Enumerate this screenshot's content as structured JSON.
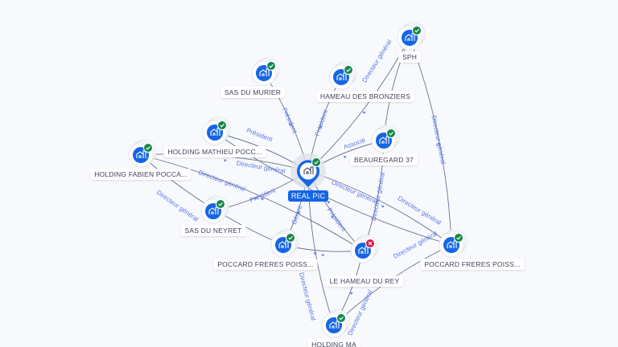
{
  "graph": {
    "center": {
      "id": "realpic",
      "label": "REAL PIC",
      "status": "active"
    },
    "nodes": [
      {
        "id": "sph",
        "label": "SPH",
        "status": "active"
      },
      {
        "id": "murier",
        "label": "SAS DU MURIER",
        "status": "active"
      },
      {
        "id": "bronziers",
        "label": "HAMEAU DES BRONZIERS",
        "status": "active"
      },
      {
        "id": "mathieu",
        "label": "HOLDING MATHIEU POCC...",
        "status": "active"
      },
      {
        "id": "fabien",
        "label": "HOLDING FABIEN POCCA...",
        "status": "active"
      },
      {
        "id": "beauregard",
        "label": "BEAUREGARD 37",
        "status": "active"
      },
      {
        "id": "neyret",
        "label": "SAS DU NEYRET",
        "status": "active"
      },
      {
        "id": "poccard1",
        "label": "POCCARD FRERES POISS...",
        "status": "active"
      },
      {
        "id": "rey",
        "label": "LE HAMEAU DU REY",
        "status": "closed"
      },
      {
        "id": "poccard2",
        "label": "POCCARD FRERES POISS...",
        "status": "active"
      },
      {
        "id": "holdingma",
        "label": "HOLDING MA",
        "status": "active"
      }
    ],
    "edges": [
      {
        "from": "murier",
        "to": "realpic",
        "label": "Président"
      },
      {
        "from": "bronziers",
        "to": "realpic",
        "label": "Président"
      },
      {
        "from": "sph",
        "to": "realpic",
        "label": "Directeur général"
      },
      {
        "from": "sph",
        "to": "beauregard",
        "label": ""
      },
      {
        "from": "sph",
        "to": "poccard2",
        "label": "Directeur général"
      },
      {
        "from": "beauregard",
        "to": "realpic",
        "label": "Associé"
      },
      {
        "from": "mathieu",
        "to": "realpic",
        "label": "Président"
      },
      {
        "from": "mathieu",
        "to": "poccard2",
        "label": "Directeur général"
      },
      {
        "from": "fabien",
        "to": "realpic",
        "label": "Directeur général"
      },
      {
        "from": "fabien",
        "to": "poccard1",
        "label": "Directeur général"
      },
      {
        "from": "fabien",
        "to": "rey",
        "label": "Directeur général"
      },
      {
        "from": "neyret",
        "to": "realpic",
        "label": "Président"
      },
      {
        "from": "realpic",
        "to": "poccard1",
        "label": "Gérant"
      },
      {
        "from": "realpic",
        "to": "rey",
        "label": "Président"
      },
      {
        "from": "realpic",
        "to": "poccard2",
        "label": "Directeur général"
      },
      {
        "from": "realpic",
        "to": "holdingma",
        "label": "Directeur général"
      },
      {
        "from": "beauregard",
        "to": "rey",
        "label": "Directeur général"
      },
      {
        "from": "poccard1",
        "to": "rey",
        "label": ""
      },
      {
        "from": "rey",
        "to": "holdingma",
        "label": "Directeur général"
      },
      {
        "from": "poccard2",
        "to": "holdingma",
        "label": "Directeur général"
      }
    ]
  },
  "colors": {
    "node": "#1565e6",
    "active_badge": "#14874b",
    "closed_badge": "#d81b47",
    "edge": "#6b7190",
    "edge_label": "#5a78e6"
  }
}
